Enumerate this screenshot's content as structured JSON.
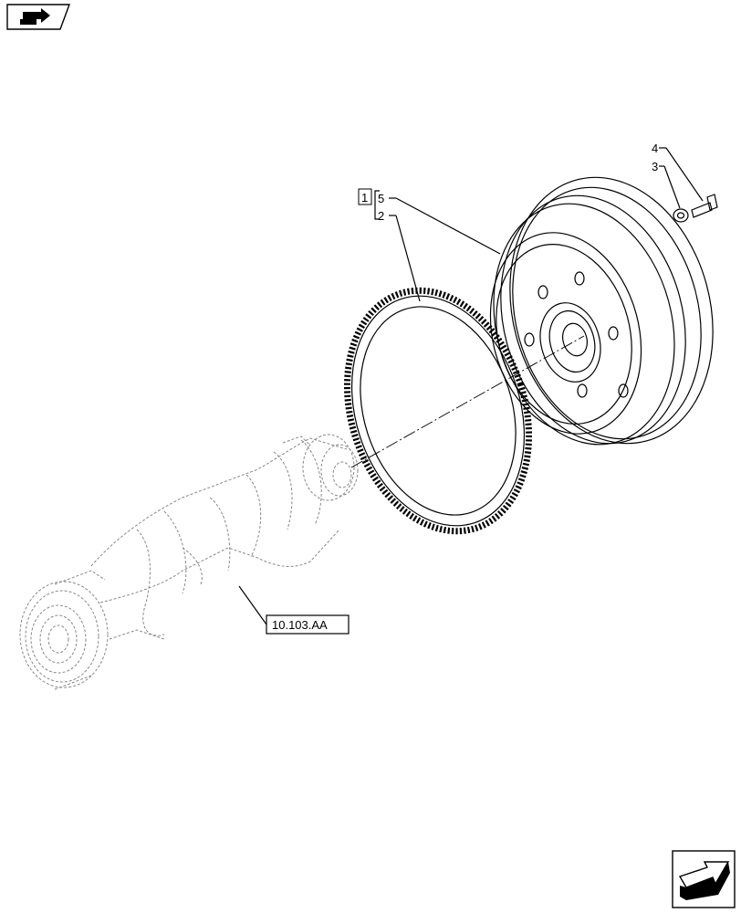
{
  "callouts": {
    "item_1": "1",
    "item_2": "2",
    "item_3": "3",
    "item_4": "4",
    "item_5": "5"
  },
  "reference": {
    "crankshaft_ref": "10.103.AA"
  },
  "icons": {
    "top_left": "book-arrow-icon",
    "bottom_right": "next-page-arrow-icon"
  }
}
